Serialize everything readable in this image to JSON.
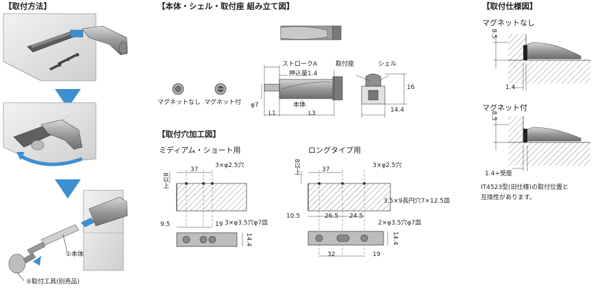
{
  "sections": {
    "install_method": "【取付方法】",
    "assembly": "【本体・シェル・取付座 組み立て図】",
    "hole_processing": "【取付穴加工図】",
    "mount_spec": "【取付仕様図】"
  },
  "install": {
    "label_body": "①本体",
    "label_tool": "⑤取付工具(別売品)"
  },
  "assembly": {
    "magnet_none": "マグネットなし",
    "magnet_with": "マグネット付",
    "stroke": "ストロークA",
    "push_amount": "押込量1.4",
    "body": "本体",
    "mount_seat": "取付座",
    "shell": "シェル",
    "dim_phi7": "φ7",
    "dim_L1": "L1",
    "dim_L3": "L3",
    "dim_16": "16",
    "dim_14_4": "14.4"
  },
  "holes": {
    "medium_short_title": "ミディアム・ショート用",
    "long_title": "ロングタイプ用",
    "ms": {
      "d37": "37",
      "hole_small": "3×φ2.5穴",
      "d8": "8以上",
      "d9_5": "9.5",
      "d19": "19",
      "hole_cb": "3×φ3.5穴φ7皿",
      "d14_4": "14.4"
    },
    "long": {
      "d37": "37",
      "hole_small": "3×φ2.5穴",
      "d8": "8以上",
      "d10_5": "10.5",
      "d26_5": "26.5",
      "d24_5": "24.5",
      "slot": "3.5×9長円穴7×12.5皿",
      "hole_cb": "2×φ3.5穴φ7皿",
      "d32": "32",
      "d19": "19",
      "d14_4": "14.4"
    }
  },
  "spec": {
    "magnet_none": "マグネットなし",
    "magnet_with": "マグネット付",
    "d8_5_a": "8.5",
    "d8_5_b": "8.5",
    "d1_4": "1.4",
    "d1_4_seat": "1.4+受座",
    "note_line1": "IT4523型(旧仕様)の取付位置と",
    "note_line2": "互換性があります。"
  },
  "colors": {
    "arrow_blue": "#3d8fd0",
    "line": "#333333",
    "part_gray": "#8a8a8a",
    "part_dark": "#555555"
  }
}
